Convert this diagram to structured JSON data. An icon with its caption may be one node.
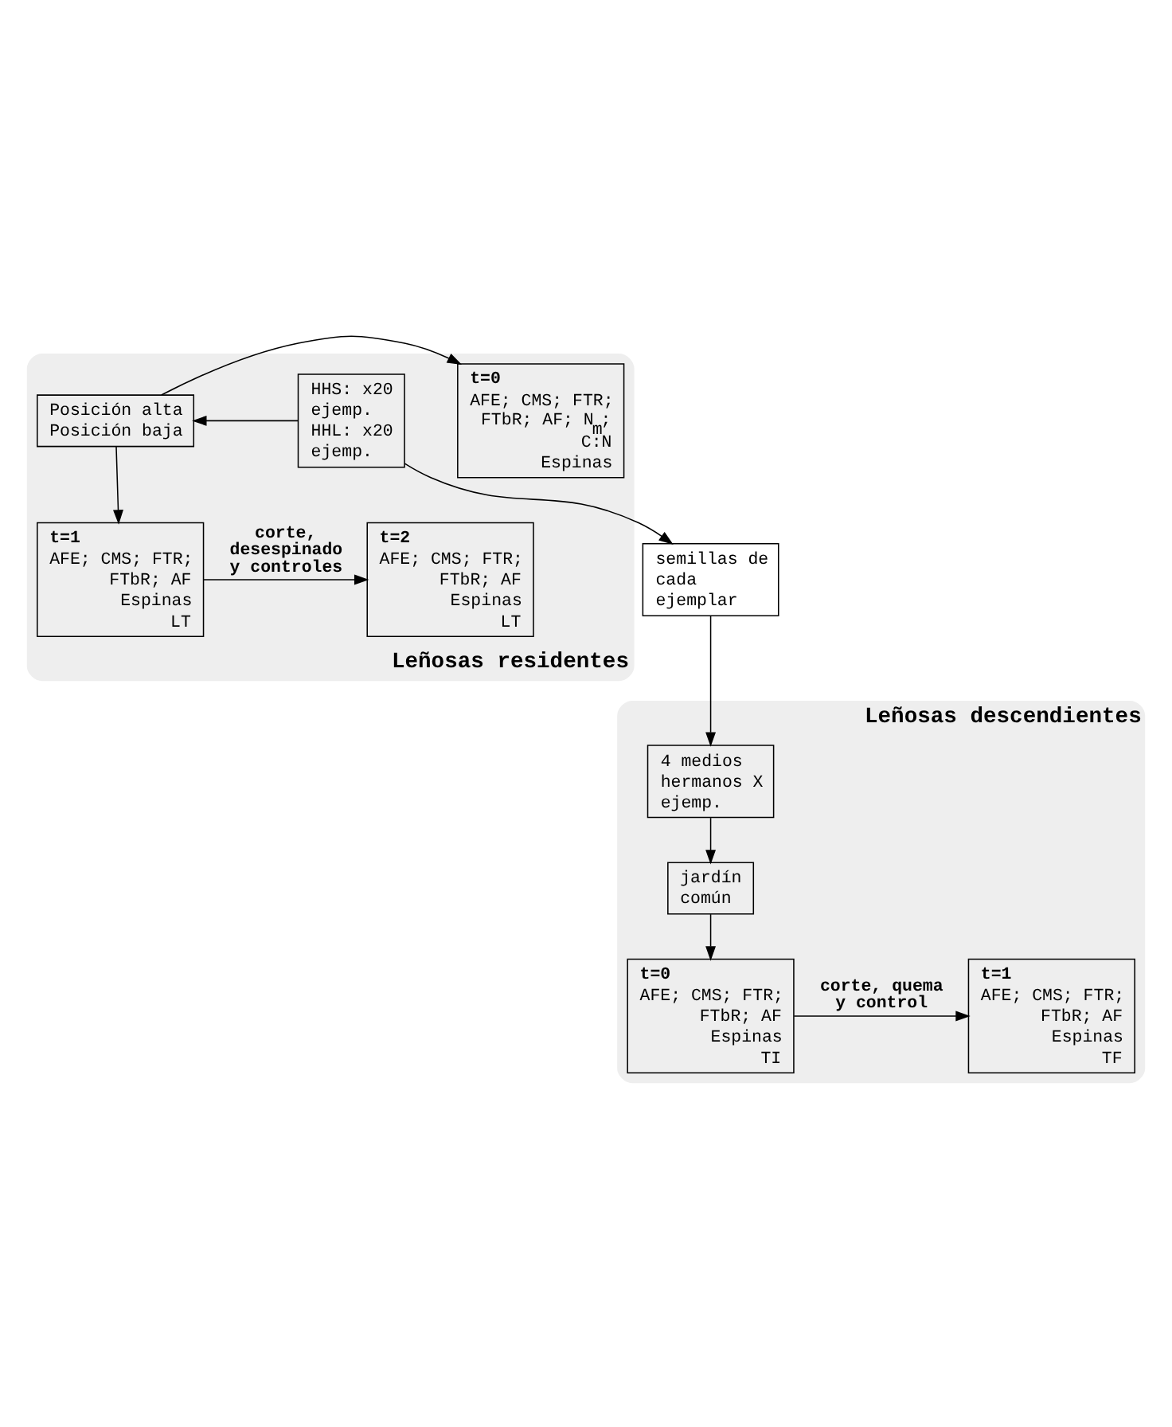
{
  "diagram": {
    "nodes": [
      {
        "text": [
          "Leñosas residentes"
        ]
      },
      {
        "text": [
          "HHS: x20 ejemp.",
          "HHL: x20 ejemp."
        ],
        "in": 0
      },
      {
        "text": [
          "Posición alta",
          "Posición baja"
        ],
        "in": 0
      },
      {
        "text": [
          "t=0",
          "AFE; CMS; FTR; FTbR; AF; N$_{m}$; C:N",
          "Espinas"
        ],
        "in": 0
      },
      {
        "text": [
          "t=1",
          "AFE; CMS; FTR; FTbR; AF",
          "Espinas",
          "LT"
        ],
        "in": 0
      },
      {
        "text": [
          "t=2",
          "AFE; CMS; FTR; FTbR; AF",
          "Espinas",
          "LT"
        ],
        "in": 0
      },
      {
        "text": [
          "semillas de cada ejemplar"
        ]
      },
      {
        "text": [
          "Leñosas descendientes"
        ]
      },
      {
        "text": [
          "4 medios hermanos X ejemp."
        ],
        "in": 7
      },
      {
        "text": [
          "jardín común"
        ],
        "in": 7
      },
      {
        "text": [
          "t=0",
          "AFE; CMS; FTR; FTbR; AF",
          "Espinas",
          "TI"
        ],
        "in": 7
      },
      {
        "text": [
          "t=1",
          "AFE; CMS; FTR; FTbR; AF",
          "Espinas",
          "TF"
        ],
        "in": 7
      }
    ],
    "edges": [
      {
        "from": 1,
        "to": 2,
        "arrow": "to"
      },
      {
        "from": 2,
        "to": 3,
        "arrow": "to"
      },
      {
        "from": 2,
        "to": 4,
        "arrow": "to"
      },
      {
        "from": 4,
        "to": 5,
        "arrow": "to",
        "label": "corte, desespinado y controles"
      },
      {
        "from": 1,
        "to": 6,
        "arrow": "to"
      },
      {
        "from": 6,
        "to": 8,
        "arrow": "to"
      },
      {
        "from": 8,
        "to": 9,
        "arrow": "to"
      },
      {
        "from": 9,
        "to": 10,
        "arrow": "to"
      },
      {
        "from": 10,
        "to": 11,
        "arrow": "to",
        "label": "corte, quema y control"
      }
    ]
  }
}
